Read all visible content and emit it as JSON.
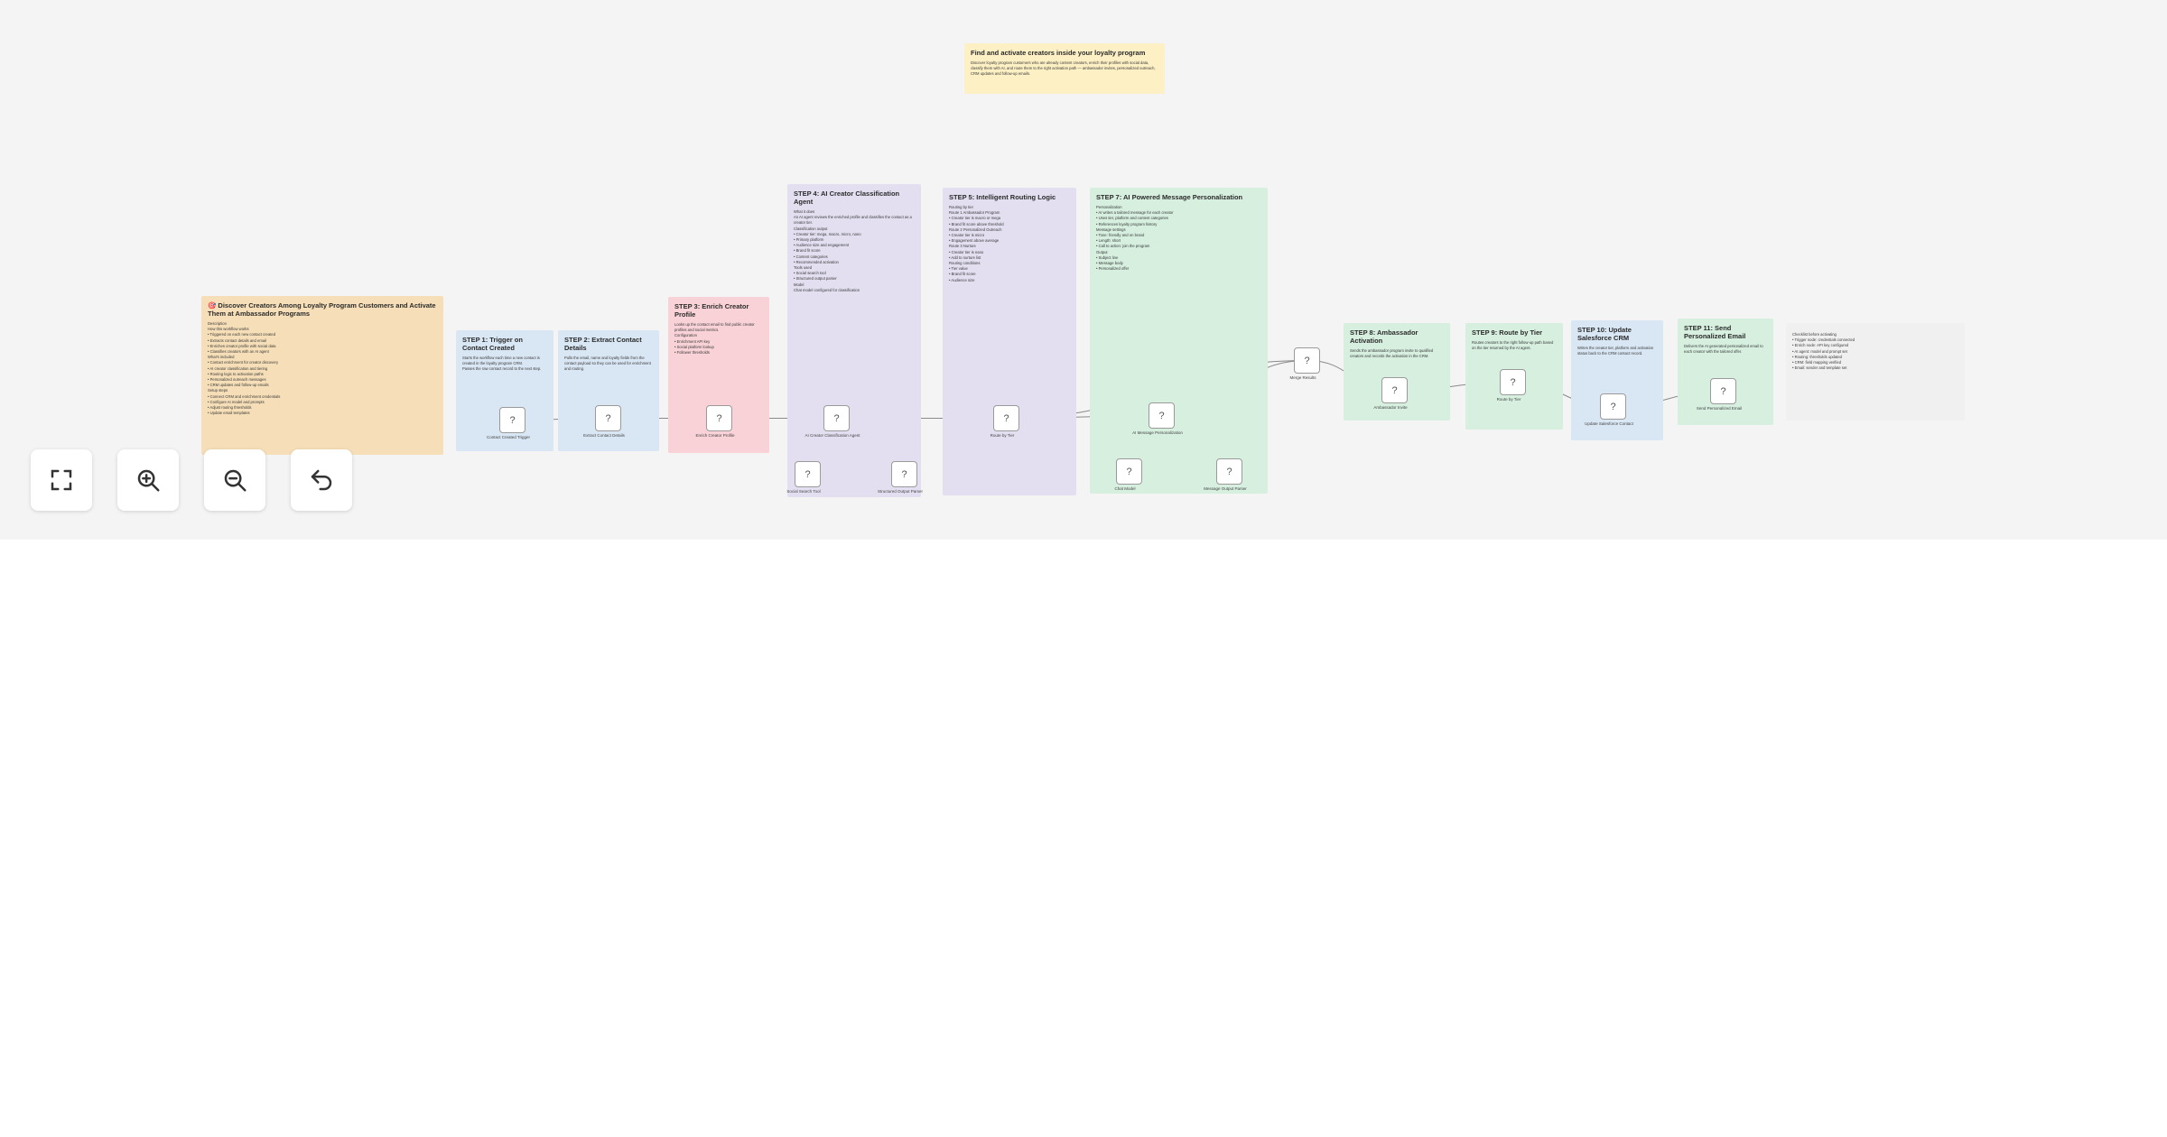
{
  "canvas": {
    "intro": {
      "title": "Find and activate creators inside your loyalty program",
      "body": "Discover loyalty program customers who are already content creators, enrich their profiles with social data, classify them with AI, and route them to the right activation path — ambassador invites, personalized outreach, CRM updates and follow-up emails."
    },
    "notes": [
      {
        "title": "🎯 Discover Creators Among Loyalty Program Customers and Activate Them at Ambassador Programs",
        "body": "Description\nHow this workflow works\n• Triggered on each new contact created\n• Extracts contact details and email\n• Enriches creator profile with social data\n• Classifies creators with an AI agent\nWhat's included\n• Contact enrichment for creator discovery\n• AI creator classification and tiering\n• Routing logic to activation paths\n• Personalized outreach messages\n• CRM updates and follow-up emails\nSetup steps\n• Connect CRM and enrichment credentials\n• Configure AI model and prompts\n• Adjust routing thresholds\n• Update email templates",
        "color": "c-orange"
      },
      {
        "title": "STEP 1: Trigger on Contact Created",
        "body": "Starts the workflow each time a new contact is created in the loyalty program CRM.\nPasses the raw contact record to the next step.",
        "color": "c-blue"
      },
      {
        "title": "STEP 2: Extract Contact Details",
        "body": "Pulls the email, name and loyalty fields from the contact payload so they can be used for enrichment and routing.",
        "color": "c-blue"
      },
      {
        "title": "STEP 3: Enrich Creator Profile",
        "body": "Looks up the contact email to find public creator profiles and social metrics.\nConfiguration\n• Enrichment API key\n• Social platform lookup\n• Follower thresholds",
        "color": "c-pink"
      },
      {
        "title": "STEP 4: AI Creator Classification Agent",
        "body": "What it does\nAn AI agent reviews the enriched profile and classifies the contact as a creator tier.\nClassification output\n• Creator tier: mega, macro, micro, nano\n• Primary platform\n• Audience size and engagement\n• Brand fit score\n• Content categories\n• Recommended activation\nTools used\n• Social search tool\n• Structured output parser\nModel\nChat model configured for classification",
        "color": "c-purple"
      },
      {
        "title": "STEP 5: Intelligent Routing Logic",
        "body": "Routing by tier\nRoute 1 Ambassador Program\n• Creator tier is macro or mega\n• Brand fit score above threshold\nRoute 2 Personalized Outreach\n• Creator tier is micro\n• Engagement above average\nRoute 3 Nurture\n• Creator tier is nano\n• Add to nurture list\nRouting conditions\n• Tier value\n• Brand fit score\n• Audience size",
        "color": "c-purple"
      },
      {
        "title": "STEP 7: AI Powered Message Personalization",
        "body": "Personalization\n• AI writes a tailored message for each creator\n• Uses tier, platform and content categories\n• References loyalty program history\nMessage settings\n• Tone: friendly and on brand\n• Length: short\n• Call to action: join the program\nOutput\n• Subject line\n• Message body\n• Personalized offer",
        "color": "c-green"
      },
      {
        "title": "STEP 8: Ambassador Activation",
        "body": "Sends the ambassador program invite to qualified creators and records the activation in the CRM.",
        "color": "c-green"
      },
      {
        "title": "STEP 9: Route by Tier",
        "body": "Routes creators to the right follow-up path based on the tier returned by the AI agent.",
        "color": "c-green"
      },
      {
        "title": "STEP 10: Update Salesforce CRM",
        "body": "Writes the creator tier, platform and activation status back to the CRM contact record.",
        "color": "c-blue"
      },
      {
        "title": "STEP 11: Send Personalized Email",
        "body": "Delivers the AI generated personalized email to each creator with the tailored offer.",
        "color": "c-green"
      },
      {
        "title": "",
        "body": "Checklist before activating\n• Trigger node: credentials connected\n• Enrich node: API key configured\n• AI agent: model and prompt set\n• Routing: thresholds updated\n• CRM: field mapping verified\n• Email: sender and template set",
        "color": "c-white"
      }
    ],
    "nodes": [
      {
        "label": "Contact Created Trigger"
      },
      {
        "label": "Extract Contact Details"
      },
      {
        "label": "Enrich Creator Profile"
      },
      {
        "label": "AI Creator Classification Agent"
      },
      {
        "label": "Social Search Tool"
      },
      {
        "label": "Structured Output Parser"
      },
      {
        "label": "Route by Tier"
      },
      {
        "label": "AI Message Personalization"
      },
      {
        "label": "Chat Model"
      },
      {
        "label": "Message Output Parser"
      },
      {
        "label": "Merge Results"
      },
      {
        "label": "Ambassador Invite"
      },
      {
        "label": "Route by Tier"
      },
      {
        "label": "Update Salesforce Contact"
      },
      {
        "label": "Send Personalized Email"
      }
    ]
  },
  "controls": {
    "fit": "fit-view",
    "zoom_in": "zoom-in",
    "zoom_out": "zoom-out",
    "reset": "reset"
  }
}
